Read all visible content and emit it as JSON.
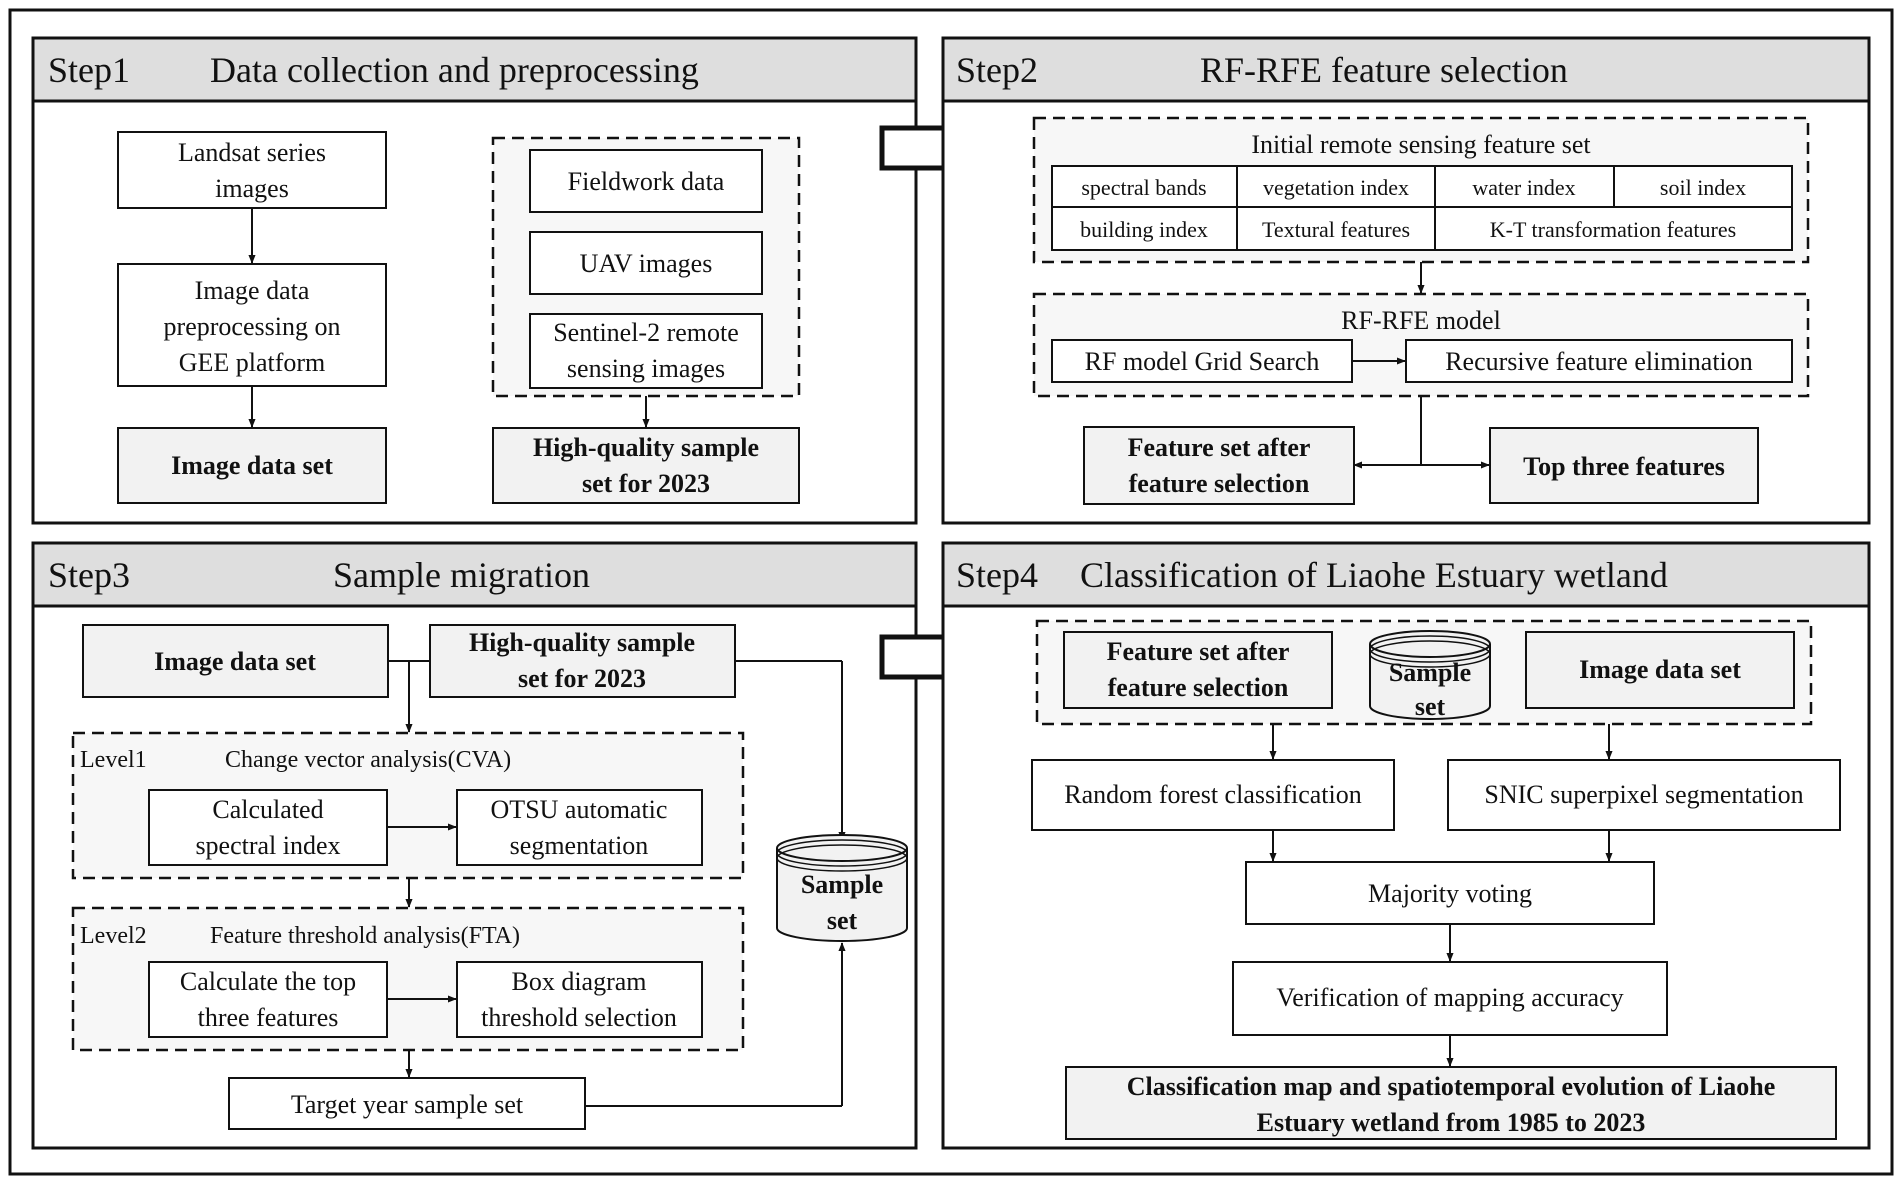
{
  "step1": {
    "title": "Step1",
    "heading": "Data collection and preprocessing",
    "landsat": [
      "Landsat series",
      "images"
    ],
    "preprocess": [
      "Image data",
      "preprocessing on",
      "GEE platform"
    ],
    "image_dataset": "Image data set",
    "fieldwork": "Fieldwork data",
    "uav": "UAV images",
    "sentinel": [
      "Sentinel-2 remote",
      "sensing images"
    ],
    "sample_hq": [
      "High-quality sample",
      "set for 2023"
    ]
  },
  "step2": {
    "title": "Step2",
    "heading": "RF-RFE feature selection",
    "initial_set": "Initial remote sensing feature set",
    "features_row1": [
      "spectral bands",
      "vegetation index",
      "water index",
      "soil index"
    ],
    "features_row2": [
      "building index",
      "Textural features",
      "K-T transformation features"
    ],
    "model_title": "RF-RFE model",
    "grid_search": "RF model Grid Search",
    "rfe": "Recursive feature elimination",
    "feature_set_after": [
      "Feature set after",
      "feature selection"
    ],
    "top_three": "Top three features"
  },
  "step3": {
    "title": "Step3",
    "heading": "Sample migration",
    "image_dataset": "Image data set",
    "sample_hq": [
      "High-quality sample",
      "set for 2023"
    ],
    "level1_label": "Level1",
    "level1_title": "Change vector analysis(CVA)",
    "calc_spectral": [
      "Calculated",
      "spectral index"
    ],
    "otsu": [
      "OTSU automatic",
      "segmentation"
    ],
    "level2_label": "Level2",
    "level2_title": "Feature threshold analysis(FTA)",
    "calc_top3": [
      "Calculate the top",
      "three features"
    ],
    "box_diagram": [
      "Box diagram",
      "threshold selection"
    ],
    "sample_set": [
      "Sample",
      "set"
    ],
    "target_year": "Target year sample set"
  },
  "step4": {
    "title": "Step4",
    "heading": "Classification of Liaohe Estuary wetland",
    "feature_set_after": [
      "Feature set after",
      "feature selection"
    ],
    "sample_set": [
      "Sample",
      "set"
    ],
    "image_dataset": "Image data set",
    "rf_class": "Random forest classification",
    "snic": "SNIC superpixel segmentation",
    "majority": "Majority voting",
    "verification": "Verification of mapping accuracy",
    "final": [
      "Classification map and spatiotemporal evolution of Liaohe",
      "Estuary wetland from 1985 to 2023"
    ]
  }
}
